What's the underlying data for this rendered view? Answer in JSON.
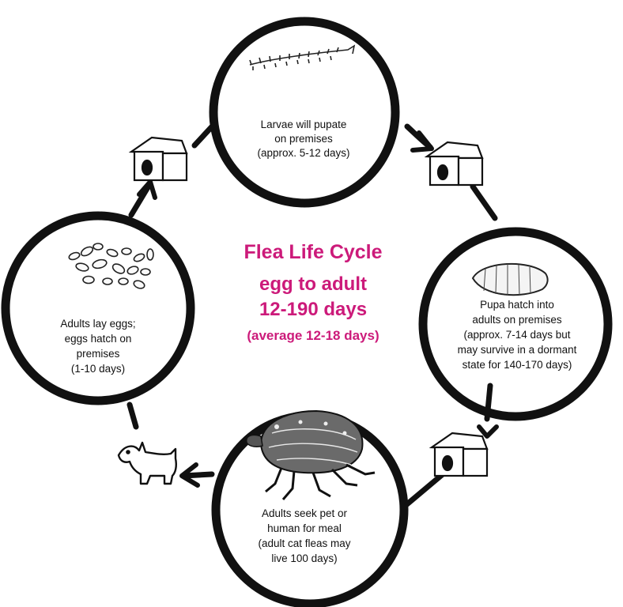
{
  "center": {
    "title": "Flea Life Cycle",
    "line2": "egg to adult",
    "line3": "12-190 days",
    "line4": "(average 12-18 days)",
    "color": "#cc1a7a"
  },
  "stages": {
    "larvae": {
      "icon": "larva-icon",
      "lines": [
        "Larvae will pupate",
        "on premises",
        "(approx. 5-12 days)"
      ]
    },
    "pupa": {
      "icon": "pupa-icon",
      "lines": [
        "Pupa hatch into",
        "adults on premises",
        "(approx. 7-14 days but",
        "may survive in a dormant",
        "state for 140-170 days)"
      ]
    },
    "adult": {
      "icon": "flea-icon",
      "lines": [
        "Adults seek pet or",
        "human for meal",
        "(adult cat fleas may",
        "live 100 days)"
      ]
    },
    "eggs": {
      "icon": "eggs-icon",
      "lines": [
        "Adults lay eggs;",
        "eggs hatch on",
        "premises",
        "(1-10 days)"
      ]
    }
  },
  "connectors": {
    "top_left": "doghouse-icon",
    "top_right": "doghouse-icon",
    "bottom_right": "doghouse-icon",
    "bottom_left": "dog-icon"
  },
  "colors": {
    "ink": "#111111",
    "accent": "#cc1a7a"
  }
}
